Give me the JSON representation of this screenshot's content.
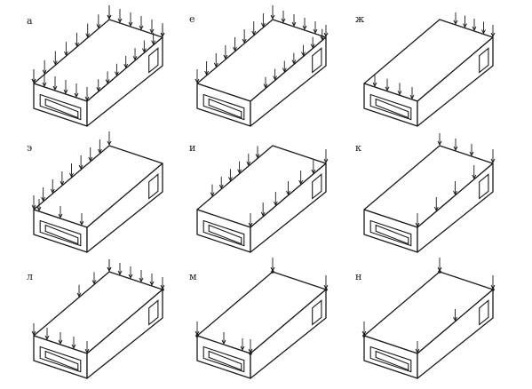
{
  "diagram": {
    "panels": [
      {
        "id": "a",
        "label": "а",
        "loads": "top-all"
      },
      {
        "id": "e",
        "label": "е",
        "loads": "top-back-front"
      },
      {
        "id": "zh",
        "label": "ж",
        "loads": "top-center-sparse"
      },
      {
        "id": "z",
        "label": "э",
        "loads": "top-left-side"
      },
      {
        "id": "i",
        "label": "и",
        "loads": "top-right-front"
      },
      {
        "id": "k",
        "label": "к",
        "loads": "top-right-side"
      },
      {
        "id": "l",
        "label": "л",
        "loads": "ends-dense"
      },
      {
        "id": "m",
        "label": "м",
        "loads": "point-corners"
      },
      {
        "id": "n",
        "label": "н",
        "loads": "point-corners-sparse"
      }
    ]
  }
}
